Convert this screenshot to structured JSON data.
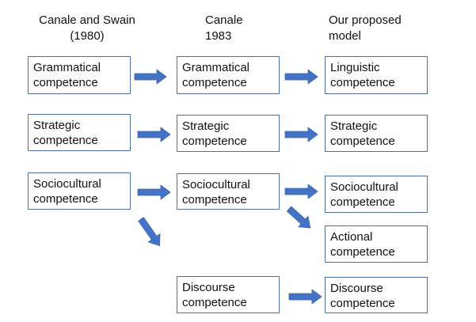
{
  "headers": {
    "col1": "Canale and Swain\n(1980)",
    "col2": "Canale\n1983",
    "col3": "Our proposed\nmodel"
  },
  "col1": {
    "grammatical": "Grammatical\ncompetence",
    "strategic": "Strategic\ncompetence",
    "sociocultural": "Sociocultural\ncompetence"
  },
  "col2": {
    "grammatical": "Grammatical\ncompetence",
    "strategic": "Strategic\ncompetence",
    "sociocultural": "Sociocultural\ncompetence",
    "discourse": "Discourse\ncompetence"
  },
  "col3": {
    "linguistic": "Linguistic\ncompetence",
    "strategic": "Strategic\ncompetence",
    "sociocultural": "Sociocultural\ncompetence",
    "actional": "Actional\ncompetence",
    "discourse": "Discourse\ncompetence"
  },
  "colors": {
    "arrow": "#4472c4",
    "box_border": "#4a6fa5"
  }
}
